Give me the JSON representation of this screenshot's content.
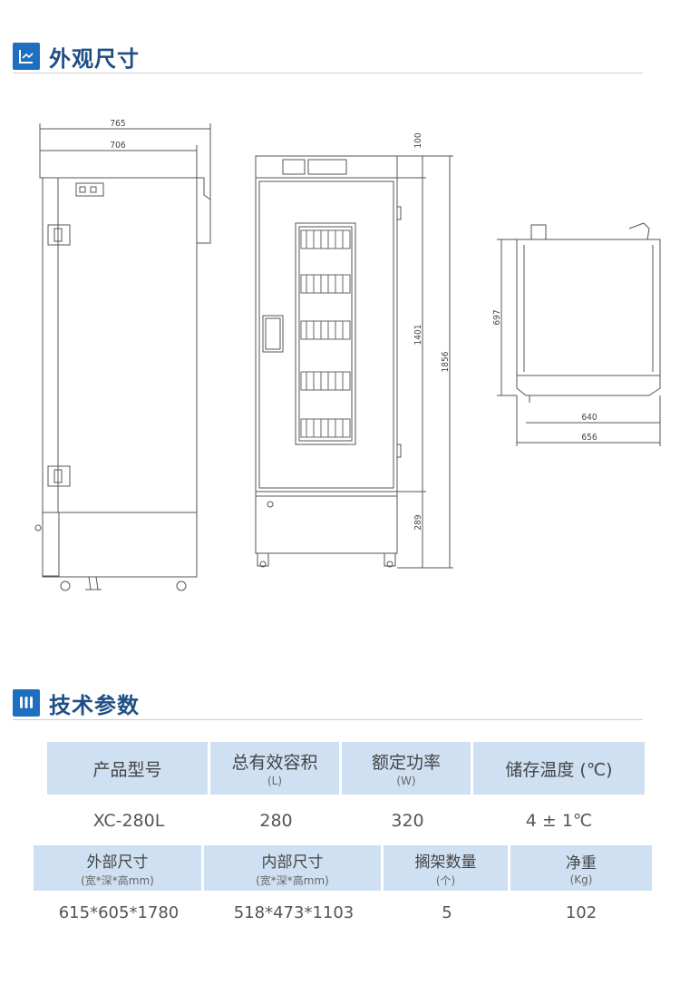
{
  "section1": {
    "title": "外观尺寸",
    "icon": "ruler-icon"
  },
  "section2": {
    "title": "技术参数",
    "icon": "tubes-icon"
  },
  "dimensions": {
    "side_total_width": "765",
    "side_body_width": "706",
    "front_top": "100",
    "front_door": "1401",
    "front_total_height": "1856",
    "front_bottom": "289",
    "top_depth": "697",
    "top_inner_width": "640",
    "top_total_width": "656"
  },
  "table1": {
    "headers": [
      {
        "main": "产品型号",
        "sub": ""
      },
      {
        "main": "总有效容积",
        "sub": "(L)"
      },
      {
        "main": "额定功率",
        "sub": "(W)"
      },
      {
        "main": "储存温度 (℃)",
        "sub": ""
      }
    ],
    "values": [
      "XC-280L",
      "280",
      "320",
      "4 ± 1℃"
    ]
  },
  "table2": {
    "headers": [
      {
        "main": "外部尺寸",
        "sub": "(宽*深*高mm)"
      },
      {
        "main": "内部尺寸",
        "sub": "(宽*深*高mm)"
      },
      {
        "main": "搁架数量",
        "sub": "(个)"
      },
      {
        "main": "净重",
        "sub": "(Kg)"
      }
    ],
    "values": [
      "615*605*1780",
      "518*473*1103",
      "5",
      "102"
    ]
  },
  "colors": {
    "accent": "#1e6fbf",
    "header_bg": "#cfe0f2",
    "title": "#1f4f86"
  }
}
